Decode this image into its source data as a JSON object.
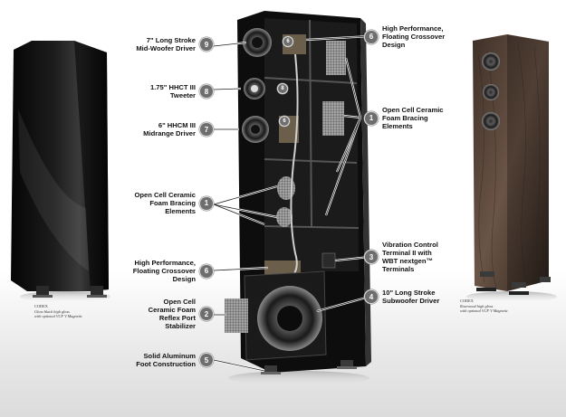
{
  "callouts": [
    {
      "id": "c9",
      "number": "9",
      "label": "7\" Long Stroke\nMid-Woofer Driver"
    },
    {
      "id": "c8",
      "number": "8",
      "label": "1.75\" HHCT III\nTweeter"
    },
    {
      "id": "c7",
      "number": "7",
      "label": "6\" HHCM III\nMidrange Driver"
    },
    {
      "id": "c1a",
      "number": "1",
      "label": "Open Cell Ceramic\nFoam Bracing\nElements"
    },
    {
      "id": "c6a",
      "number": "6",
      "label": "High Performance,\nFloating Crossover\nDesign"
    },
    {
      "id": "c2",
      "number": "2",
      "label": "Open Cell\nCeramic Foam\nReflex Port\nStabilizer"
    },
    {
      "id": "c5",
      "number": "5",
      "label": "Solid Aluminum\nFoot Construction"
    },
    {
      "id": "c6b",
      "number": "6",
      "label": "High Performance,\nFloating Crossover\nDesign"
    },
    {
      "id": "c1b",
      "number": "1",
      "label": "Open Cell Ceramic\nFoam Bracing\nElements"
    },
    {
      "id": "c3",
      "number": "3",
      "label": "Vibration Control\nTerminal II with\nWBT nextgen™\nTerminals"
    },
    {
      "id": "c4",
      "number": "4",
      "label": "10\" Long Stroke\nSubwoofer Driver"
    }
  ],
  "captions": {
    "left": {
      "model": "CODEX",
      "line1": "Gloss black high gloss",
      "line2": "with optional VCF V Magnetic"
    },
    "right": {
      "model": "CODEX",
      "line1": "Rosewood high gloss",
      "line2": "with optional VCF V Magnetic"
    }
  },
  "cutaway_badges": {
    "top": "6",
    "middle": "8",
    "lower": "6"
  },
  "colors": {
    "badge": "#6e6e6e",
    "cabinet": "#0d0d0d",
    "rosewood": "#5a4637"
  }
}
